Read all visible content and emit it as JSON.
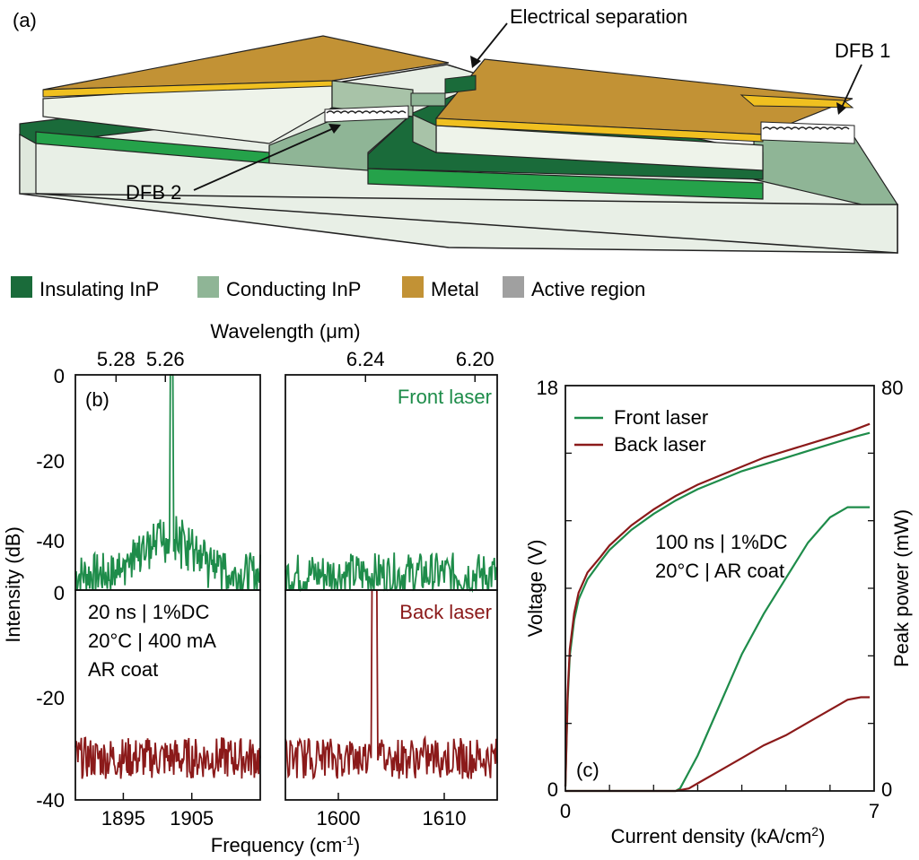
{
  "panel_a": {
    "tag": "(a)",
    "callouts": {
      "electrical_separation": "Electrical separation",
      "dfb1": "DFB 1",
      "dfb2": "DFB 2"
    },
    "legend": [
      {
        "label": "Insulating InP",
        "color": "#1a6b3a"
      },
      {
        "label": "Conducting InP",
        "color": "#8fb596"
      },
      {
        "label": "Metal",
        "color": "#c29235"
      },
      {
        "label": "Active region",
        "color": "#a0a0a0"
      }
    ]
  },
  "colors": {
    "front": "#1e8c4a",
    "back": "#8b1a1a",
    "insulating": "#1a6b3a",
    "insulating_light": "#25a24a",
    "conducting": "#8fb596",
    "metal": "#c29235",
    "metal_edge": "#f0c020",
    "substrate": "#e8efe6"
  },
  "chart_data": [
    {
      "type": "line",
      "panel": "(b)",
      "xlabel": "Frequency (cm⁻¹)",
      "x2label": "Wavelength (μm)",
      "ylabel": "Intensity (dB)",
      "ylim": [
        -40,
        0
      ],
      "yticks_top": [
        "0",
        "-20",
        "-40"
      ],
      "yticks_bottom": [
        "0",
        "-20",
        "-40"
      ],
      "left_window": {
        "xlim": [
          1888,
          1915
        ],
        "xticks": [
          {
            "v": 1895,
            "label": "1895"
          },
          {
            "v": 1905,
            "label": "1905"
          }
        ],
        "x2ticks": [
          {
            "v": 5.28,
            "label": "5.28"
          },
          {
            "v": 5.26,
            "label": "5.26"
          }
        ]
      },
      "right_window": {
        "xlim": [
          1595,
          1615
        ],
        "xticks": [
          {
            "v": 1600,
            "label": "1600"
          },
          {
            "v": 1610,
            "label": "1610"
          }
        ],
        "x2ticks": [
          {
            "v": 6.24,
            "label": "6.24"
          },
          {
            "v": 6.2,
            "label": "6.20"
          }
        ]
      },
      "series": [
        {
          "name": "Front laser",
          "peak_x": 1902.0,
          "peak_window": "left",
          "peak_db": 0,
          "noise_floor_db": -37,
          "sidemode_envelope_db": -25
        },
        {
          "name": "Back laser",
          "peak_x": 1603.4,
          "peak_window": "right",
          "peak_db": 0,
          "noise_floor_db": -32,
          "sidemode_envelope_db": -29
        }
      ],
      "annotations": {
        "line1": "20 ns | 1%DC",
        "line2": "20°C | 400 mA",
        "line3": "AR coat"
      }
    },
    {
      "type": "line",
      "panel": "(c)",
      "xlabel": "Current density (kA/cm²)",
      "ylabel": "Voltage (V)",
      "y2label": "Peak power (mW)",
      "xlim": [
        0,
        7
      ],
      "ylim": [
        0,
        18
      ],
      "y2lim": [
        0,
        80
      ],
      "xticks": [
        "0",
        "7"
      ],
      "yticks": [
        "0",
        "18"
      ],
      "y2ticks": [
        "0",
        "80"
      ],
      "legend": [
        "Front laser",
        "Back laser"
      ],
      "annotations": {
        "line1": "100 ns | 1%DC",
        "line2": "20°C | AR coat"
      },
      "series": [
        {
          "name": "Front laser",
          "kind": "voltage",
          "x": [
            0,
            0.05,
            0.1,
            0.2,
            0.3,
            0.5,
            0.8,
            1,
            1.5,
            2,
            2.5,
            3,
            3.5,
            4,
            4.5,
            5,
            5.5,
            6,
            6.5,
            6.9
          ],
          "y": [
            0.2,
            4.0,
            6.0,
            7.6,
            8.5,
            9.4,
            10.2,
            10.7,
            11.6,
            12.3,
            12.9,
            13.4,
            13.8,
            14.2,
            14.5,
            14.8,
            15.1,
            15.4,
            15.7,
            15.9
          ]
        },
        {
          "name": "Back laser",
          "kind": "voltage",
          "x": [
            0,
            0.05,
            0.1,
            0.2,
            0.3,
            0.5,
            0.8,
            1,
            1.5,
            2,
            2.5,
            3,
            3.5,
            4,
            4.5,
            5,
            5.5,
            6,
            6.5,
            6.9
          ],
          "y": [
            0.2,
            4.3,
            6.3,
            7.9,
            8.8,
            9.7,
            10.4,
            10.9,
            11.8,
            12.5,
            13.1,
            13.6,
            14.0,
            14.4,
            14.8,
            15.1,
            15.4,
            15.7,
            16.0,
            16.3
          ]
        },
        {
          "name": "Front laser",
          "kind": "power",
          "x": [
            0,
            2.5,
            2.6,
            3,
            3.5,
            4,
            4.5,
            5,
            5.5,
            6,
            6.4,
            6.7,
            6.9
          ],
          "y": [
            0,
            0,
            0.5,
            7,
            17,
            27,
            35,
            42,
            49,
            54,
            56,
            56,
            56
          ]
        },
        {
          "name": "Back laser",
          "kind": "power",
          "x": [
            0,
            2.5,
            2.8,
            3,
            3.5,
            4,
            4.5,
            5,
            5.5,
            6,
            6.4,
            6.7,
            6.9
          ],
          "y": [
            0,
            0,
            0.5,
            1.5,
            4,
            6.5,
            9,
            11,
            13.5,
            16,
            18,
            18.5,
            18.5
          ]
        }
      ]
    }
  ]
}
